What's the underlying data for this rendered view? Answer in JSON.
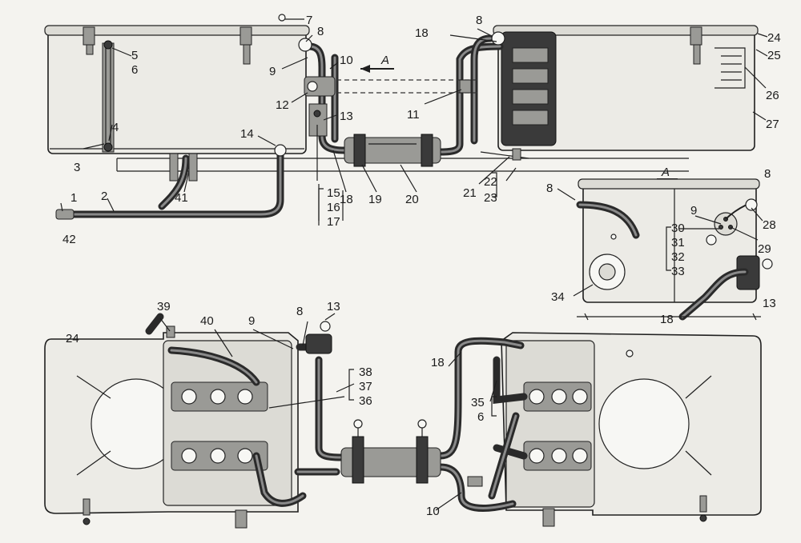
{
  "view_label": "A",
  "callouts": {
    "n1": "1",
    "n2": "2",
    "n3": "3",
    "n4": "4",
    "n5": "5",
    "n6": "6",
    "n7": "7",
    "n8": "8",
    "n9": "9",
    "n10": "10",
    "n11": "11",
    "n12": "12",
    "n13": "13",
    "n14": "14",
    "n15": "15",
    "n16": "16",
    "n17": "17",
    "n18": "18",
    "n19": "19",
    "n20": "20",
    "n21": "21",
    "n22": "22",
    "n23": "23",
    "n24": "24",
    "n25": "25",
    "n26": "26",
    "n27": "27",
    "n28": "28",
    "n29": "29",
    "n30": "30",
    "n31": "31",
    "n32": "32",
    "n33": "33",
    "n34": "34",
    "n35": "35",
    "n36": "36",
    "n37": "37",
    "n38": "38",
    "n39": "39",
    "n40": "40",
    "n41": "41",
    "n42": "42"
  }
}
